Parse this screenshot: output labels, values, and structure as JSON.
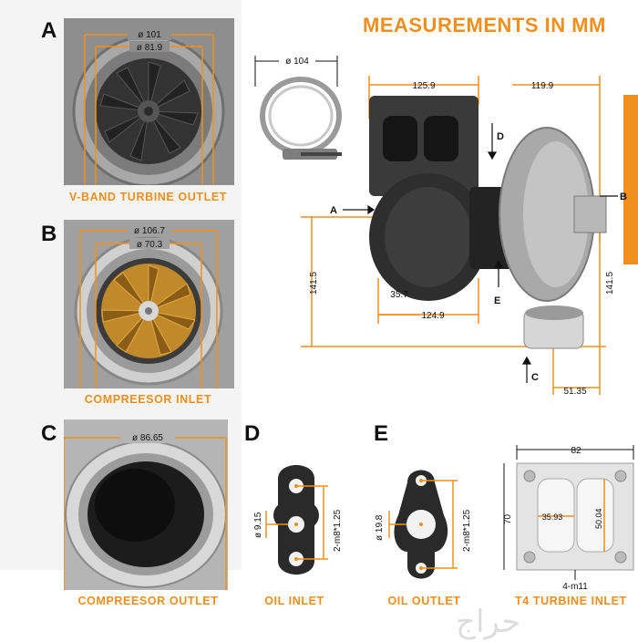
{
  "title": "MEASUREMENTS IN MM",
  "panels": {
    "a": {
      "letter": "A",
      "caption": "V-BAND TURBINE OUTLET",
      "dim_outer": "ø 101",
      "dim_inner": "ø 81.9"
    },
    "b": {
      "letter": "B",
      "caption": "COMPREESOR INLET",
      "dim_outer": "ø 106.7",
      "dim_inner": "ø 70.3"
    },
    "c": {
      "letter": "C",
      "caption": "COMPREESOR OUTLET",
      "dim": "ø 86.65"
    },
    "d": {
      "letter": "D",
      "caption": "OIL INLET",
      "dim_hole": "ø 9.15",
      "dim_bolt": "2-m8*1.25"
    },
    "e": {
      "letter": "E",
      "caption": "OIL OUTLET",
      "dim_hole": "ø 19.8",
      "dim_bolt": "2-m8*1.25"
    },
    "t4": {
      "caption": "T4 TURBINE INLET",
      "width": "82",
      "height": "70",
      "port_w": "35.93",
      "port_h": "50.04",
      "bolts": "4-m11"
    }
  },
  "clamp": {
    "dim": "ø 104"
  },
  "main": {
    "dim_top_left": "125.9",
    "dim_top_right": "119.9",
    "dim_left_height": "141.5",
    "dim_right_height": "141.5",
    "dim_inner": "35.7",
    "dim_bottom": "124.9",
    "dim_c_offset": "51.35",
    "label_a": "A",
    "label_c": "C",
    "label_d": "D",
    "label_e": "E",
    "label_b": "B"
  },
  "watermark": "حراج",
  "colors": {
    "accent": "#ef8f1d",
    "metal": "#8a8a8a",
    "dark": "#2a2a2a"
  }
}
